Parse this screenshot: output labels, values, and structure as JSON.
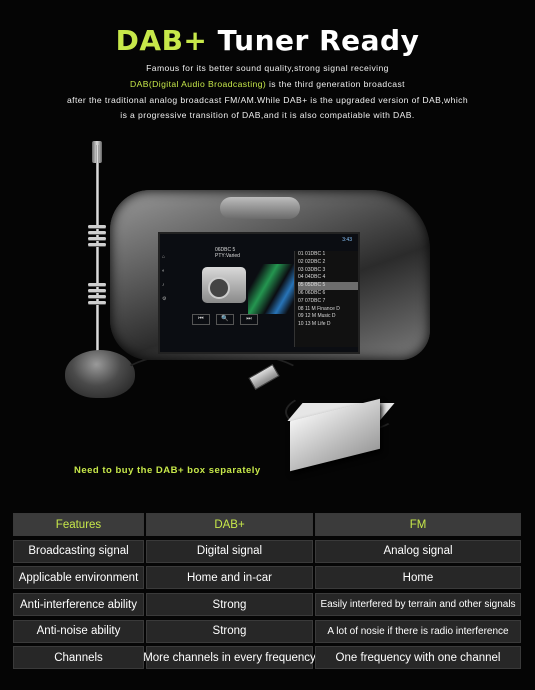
{
  "header": {
    "title_accent": "DAB+",
    "title_rest": " Tuner Ready",
    "lines": [
      "Famous for its better sound quality,strong signal receiving",
      "is the third generation broadcast",
      "after the traditional analog broadcast FM/AM.While DAB+ is the upgraded version of DAB,which",
      "is a progressive transition of DAB,and it is also compatiable with DAB."
    ],
    "line2_accent": "DAB(Digital Audio Broadcasting)"
  },
  "colors": {
    "accent": "#c7e84a",
    "cell": "#272727",
    "header_cell": "#3b3b3b"
  },
  "screen": {
    "time": "3:43",
    "station": "06DBC 5",
    "station_sub": "PTY:Varied",
    "channels": [
      "01  01DBC 1",
      "02  02DBC 2",
      "03  03DBC 3",
      "04  04DBC 4",
      "05  05DBC 5",
      "06  06DBC 6",
      "07  07DBC 7",
      "08  11 M Finance D",
      "09  12 M Music D",
      "10  13 M Life D"
    ],
    "selected_index": 4,
    "controls": [
      "⏮",
      "🔍",
      "⏭"
    ]
  },
  "note": "Need to buy the DAB+ box separately",
  "comparison": {
    "headers": [
      "Features",
      "DAB+",
      "FM"
    ],
    "rows": [
      [
        "Broadcasting signal",
        "Digital signal",
        "Analog signal"
      ],
      [
        "Applicable environment",
        "Home and in-car",
        "Home"
      ],
      [
        "Anti-interference ability",
        "Strong",
        "Easily interfered by terrain and other signals"
      ],
      [
        "Anti-noise ability",
        "Strong",
        "A lot of nosie if there is radio interference"
      ],
      [
        "Channels",
        "More channels in every frequency",
        "One frequency with one channel"
      ]
    ]
  }
}
